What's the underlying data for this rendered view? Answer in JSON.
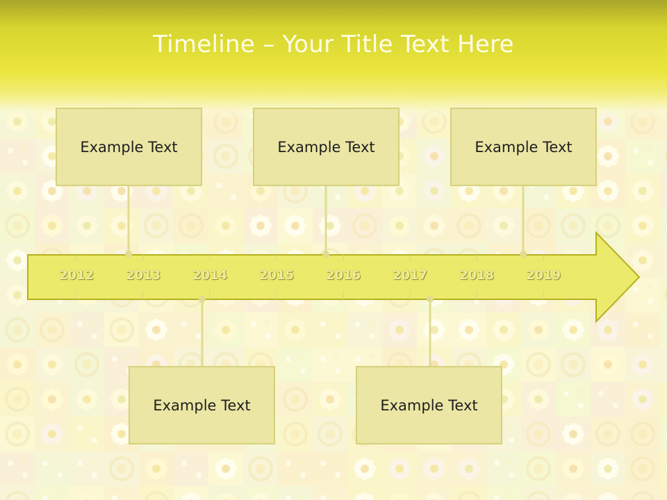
{
  "slide": {
    "title": "Timeline – Your Title Text Here"
  },
  "colors": {
    "title_band": "#ebe63f",
    "arrow_fill": "#ecea6a",
    "arrow_stroke": "#b5b01f",
    "box_fill": "#ebe6a4",
    "box_border": "#d5d17c",
    "connector": "#e0dc8f",
    "year_text": "#f1ee9c"
  },
  "timeline": {
    "years": [
      "2012",
      "2013",
      "2014",
      "2015",
      "2016",
      "2017",
      "2018",
      "2019"
    ],
    "events_top": [
      {
        "text": "Example Text"
      },
      {
        "text": "Example Text"
      },
      {
        "text": "Example Text"
      }
    ],
    "events_bottom": [
      {
        "text": "Example Text"
      },
      {
        "text": "Example Text"
      }
    ]
  }
}
